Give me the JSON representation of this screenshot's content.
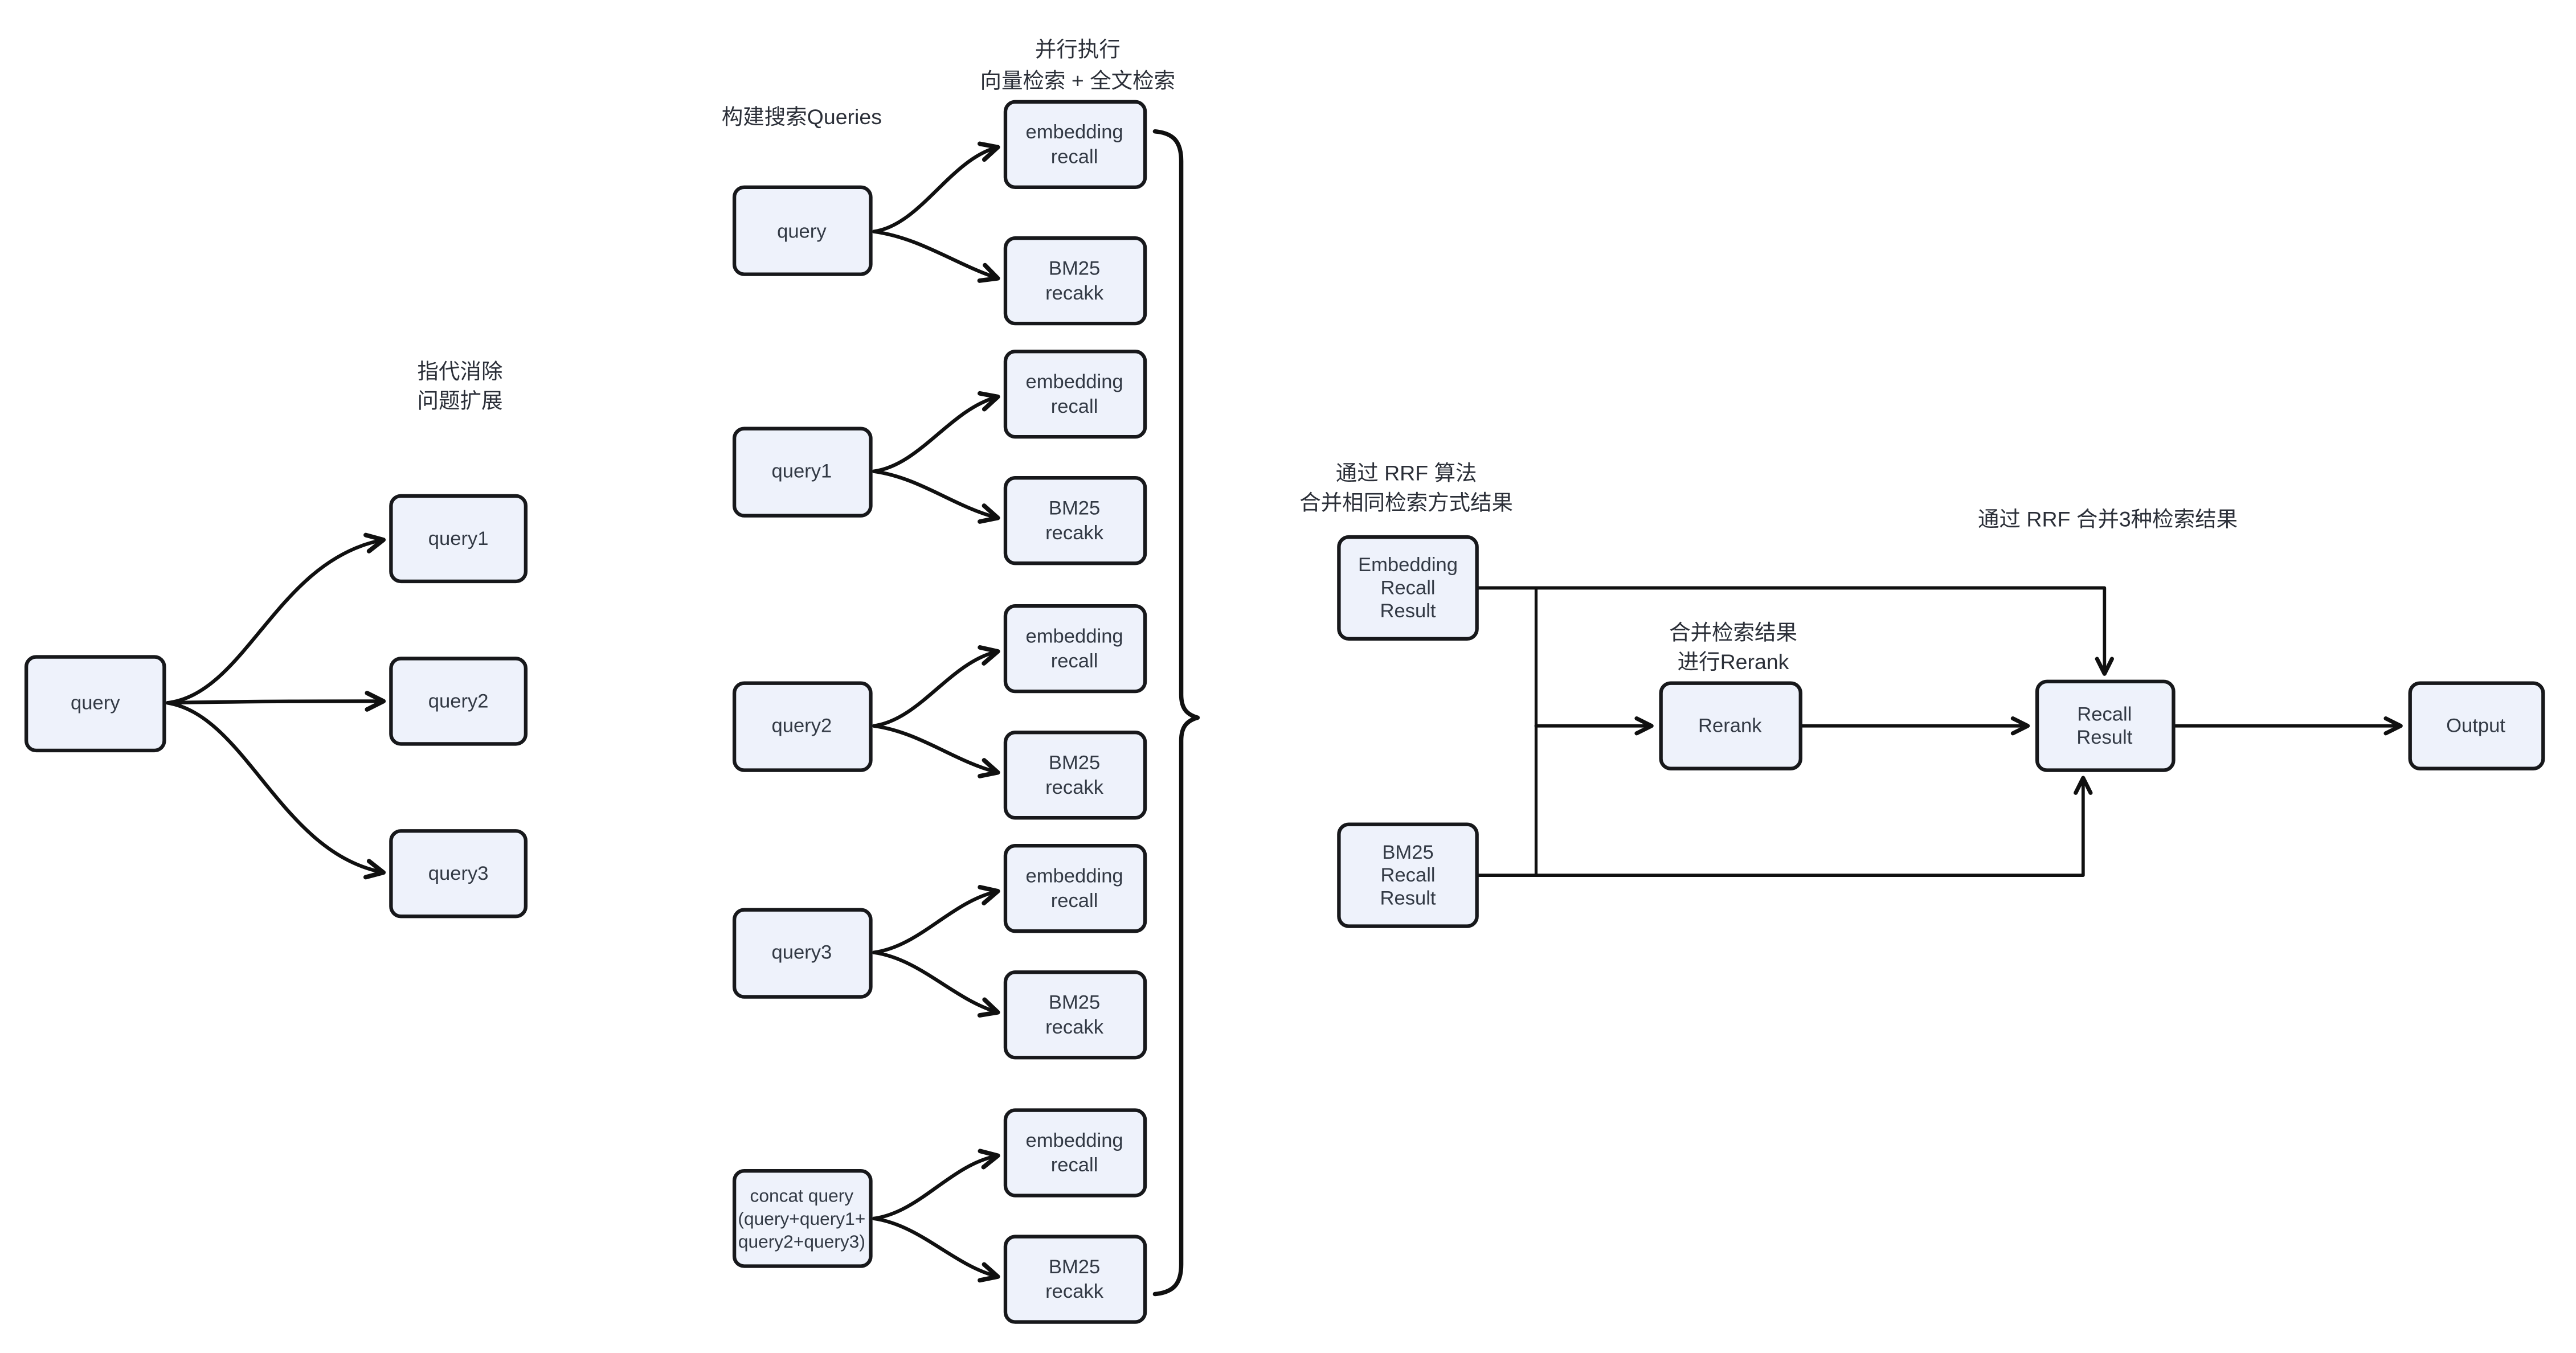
{
  "colors": {
    "node_fill": "#eef2fb",
    "node_stroke": "#17181b",
    "text": "#333a45",
    "anno": "#2b2f38",
    "line": "#101010",
    "bg": "#ffffff"
  },
  "annotations": {
    "coref": [
      "指代消除",
      "问题扩展"
    ],
    "build_queries": "构建搜索Queries",
    "parallel": [
      "并行执行",
      "向量检索 + 全文检索"
    ],
    "rrf_merge_same": [
      "通过 RRF 算法",
      "合并相同检索方式结果"
    ],
    "merge_rerank": [
      "合并检索结果",
      "进行Rerank"
    ],
    "rrf_merge_three": "通过 RRF 合并3种检索结果"
  },
  "left": {
    "source": "query",
    "targets": [
      "query1",
      "query2",
      "query3"
    ]
  },
  "middle": {
    "sources": [
      [
        "query"
      ],
      [
        "query1"
      ],
      [
        "query2"
      ],
      [
        "query3"
      ],
      [
        "concat query",
        "(query+query1+",
        "query2+query3)"
      ]
    ],
    "embedding_label": [
      "embedding",
      "recall"
    ],
    "bm25_label": [
      "BM25",
      "recakk"
    ]
  },
  "right": {
    "embedding_result": [
      "Embedding",
      "Recall",
      "Result"
    ],
    "bm25_result": [
      "BM25",
      "Recall",
      "Result"
    ],
    "rerank": "Rerank",
    "recall_result": [
      "Recall",
      "Result"
    ],
    "output": "Output"
  }
}
